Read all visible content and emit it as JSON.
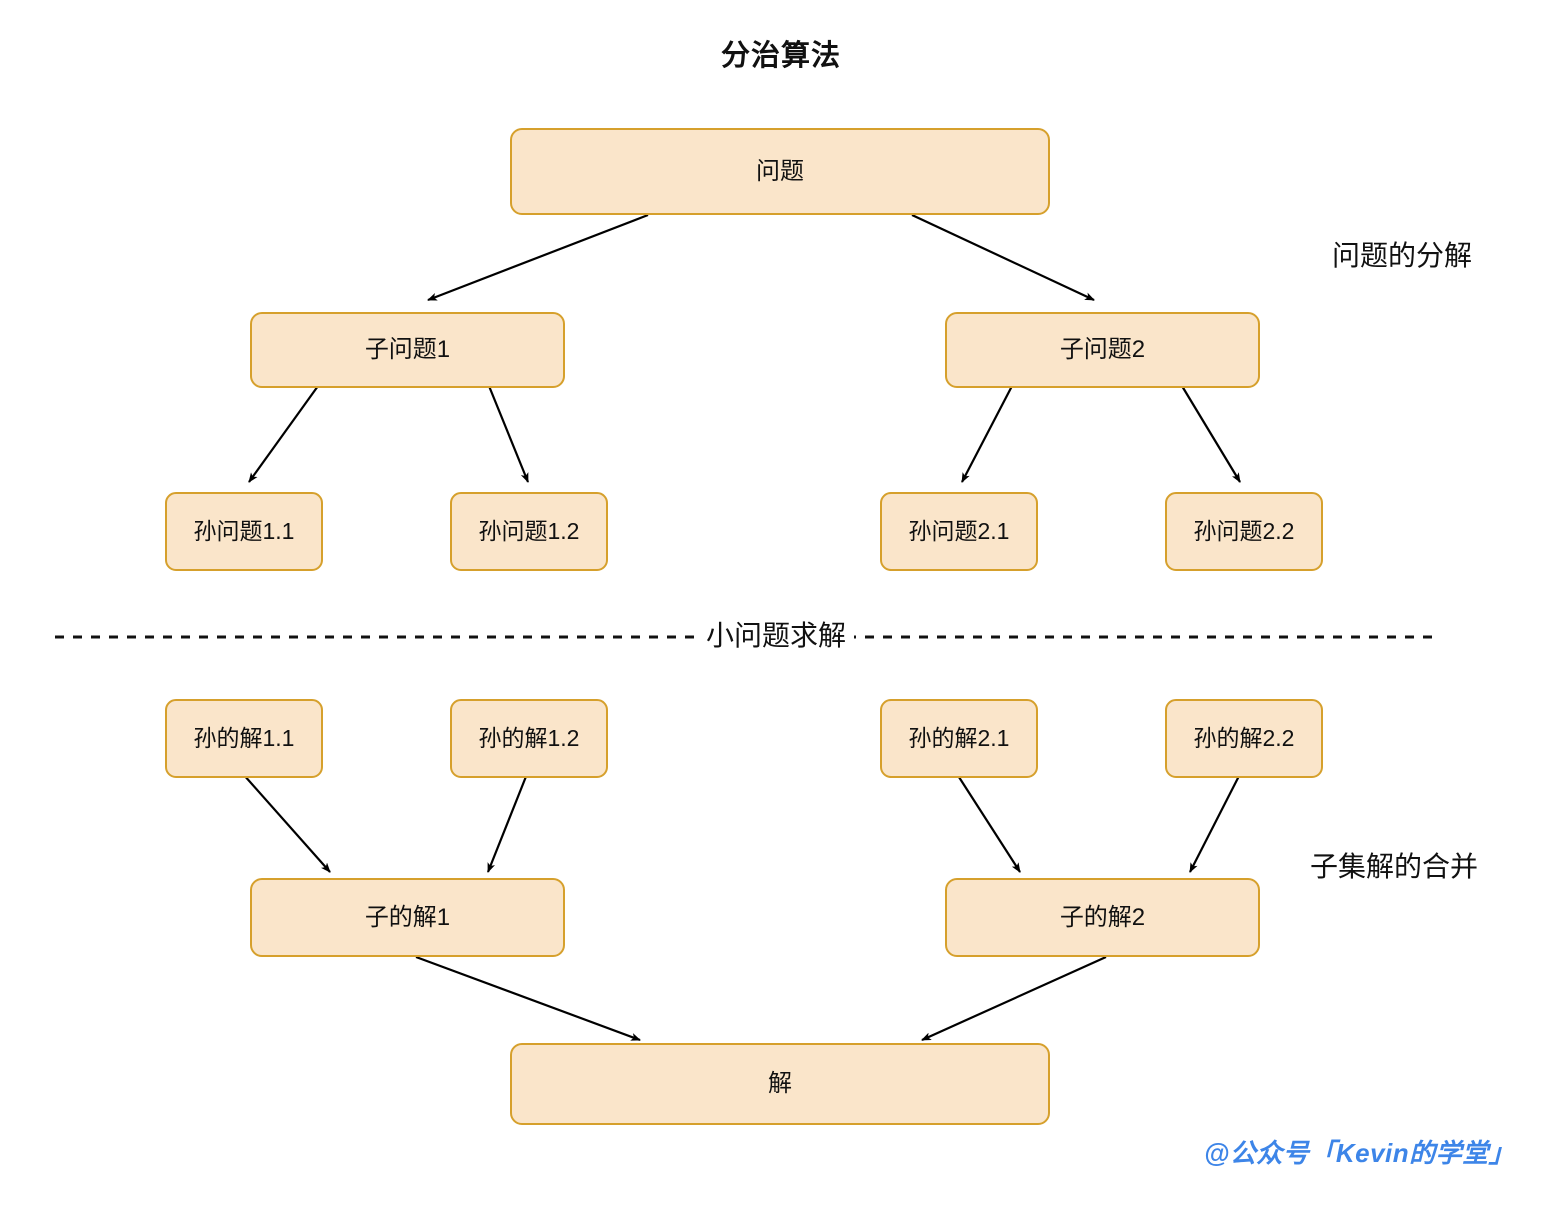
{
  "title": "分治算法",
  "theme": {
    "node_fill": "#fae5ca",
    "node_border": "#d6a02c",
    "arrow_color": "#000000",
    "watermark_color": "#3d85e8",
    "background": "#ffffff"
  },
  "nodes": {
    "root_problem": "问题",
    "sub_problem_1": "子问题1",
    "sub_problem_2": "子问题2",
    "grand_problem_1_1": "孙问题1.1",
    "grand_problem_1_2": "孙问题1.2",
    "grand_problem_2_1": "孙问题2.1",
    "grand_problem_2_2": "孙问题2.2",
    "grand_solution_1_1": "孙的解1.1",
    "grand_solution_1_2": "孙的解1.2",
    "grand_solution_2_1": "孙的解2.1",
    "grand_solution_2_2": "孙的解2.2",
    "sub_solution_1": "子的解1",
    "sub_solution_2": "子的解2",
    "root_solution": "解"
  },
  "labels": {
    "decompose": "问题的分解",
    "merge": "子集解的合并",
    "divider": "小问题求解"
  },
  "watermark": "@公众号「Kevin的学堂」"
}
